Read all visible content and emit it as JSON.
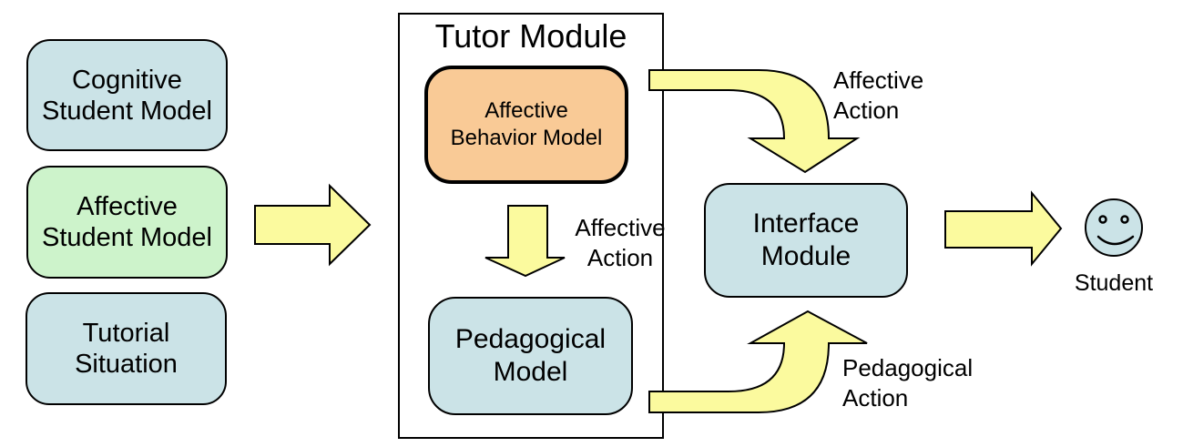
{
  "colors": {
    "box_blue": "#cbe3e7",
    "box_green": "#cdf3cb",
    "box_orange": "#f9ca96",
    "arrow_yellow": "#fbfa9e",
    "outline": "#000000"
  },
  "inputs": [
    {
      "label": "Cognitive\nStudent Model"
    },
    {
      "label": "Affective\nStudent Model"
    },
    {
      "label": "Tutorial\nSituation"
    }
  ],
  "tutor_module": {
    "title": "Tutor Module",
    "affective_behavior_model": "Affective\nBehavior Model",
    "pedagogical_model": "Pedagogical\nModel",
    "internal_arrow_label": "Affective\nAction"
  },
  "interface_module": {
    "label": "Interface\nModule"
  },
  "arrow_labels": {
    "affective_action": "Affective\nAction",
    "pedagogical_action": "Pedagogical\nAction"
  },
  "student": {
    "label": "Student"
  },
  "icons": {
    "student": "smiley-face-icon"
  }
}
